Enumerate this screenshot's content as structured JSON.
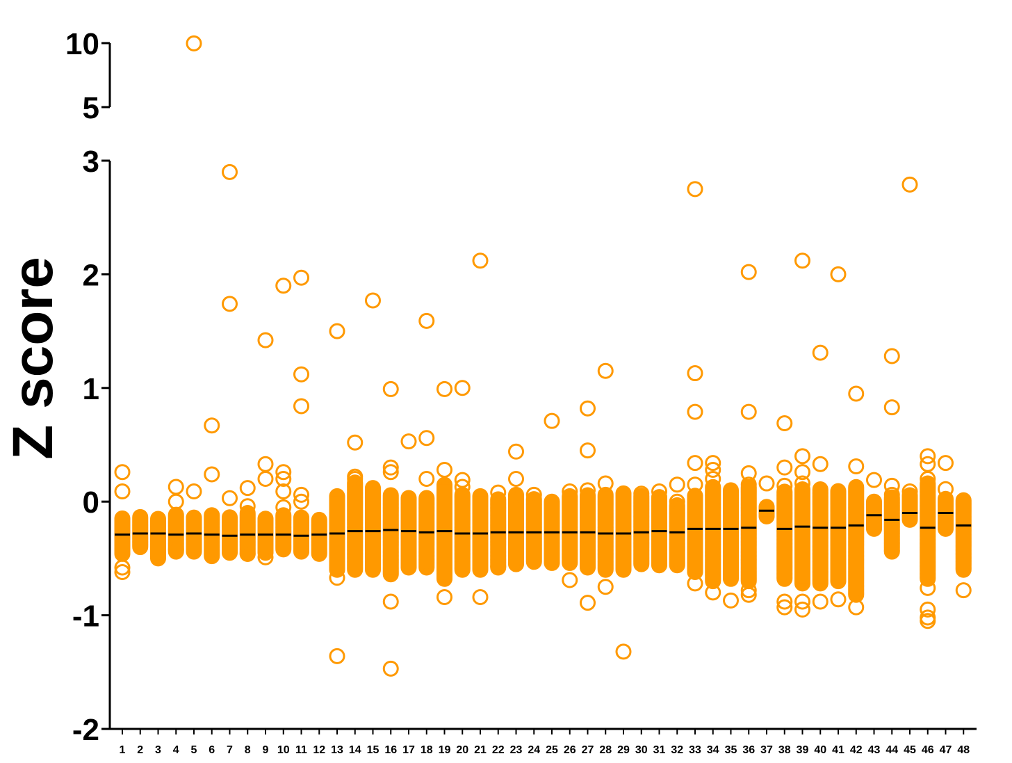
{
  "chart_data": {
    "type": "scatter",
    "title": "",
    "xlabel": "",
    "ylabel": "Z score",
    "ylim": [
      -2,
      10
    ],
    "axis_break": {
      "lower_range": [
        -2,
        3
      ],
      "upper_range": [
        5,
        10
      ]
    },
    "yticks_lower": [
      "-2",
      "-1",
      "0",
      "1",
      "2",
      "3"
    ],
    "yticks_upper": [
      "5",
      "10"
    ],
    "grid": false,
    "legend": "none",
    "marker": "open-circle",
    "colors": {
      "points": "#FF9900",
      "mean_line": "#000000",
      "axis": "#000000"
    },
    "categories": [
      "1",
      "2",
      "3",
      "4",
      "5",
      "6",
      "7",
      "8",
      "9",
      "10",
      "11",
      "12",
      "13",
      "14",
      "15",
      "16",
      "17",
      "18",
      "19",
      "20",
      "21",
      "22",
      "23",
      "24",
      "25",
      "26",
      "27",
      "28",
      "29",
      "30",
      "31",
      "32",
      "33",
      "34",
      "35",
      "36",
      "37",
      "38",
      "39",
      "40",
      "41",
      "42",
      "43",
      "44",
      "45",
      "46",
      "47",
      "48"
    ],
    "means": [
      -0.29,
      -0.28,
      -0.28,
      -0.29,
      -0.28,
      -0.29,
      -0.3,
      -0.29,
      -0.29,
      -0.29,
      -0.3,
      -0.29,
      -0.28,
      -0.26,
      -0.26,
      -0.25,
      -0.26,
      -0.27,
      -0.26,
      -0.28,
      -0.28,
      -0.27,
      -0.27,
      -0.27,
      -0.27,
      -0.27,
      -0.27,
      -0.28,
      -0.28,
      -0.27,
      -0.26,
      -0.27,
      -0.24,
      -0.24,
      -0.24,
      -0.23,
      -0.08,
      -0.24,
      -0.22,
      -0.23,
      -0.23,
      -0.21,
      -0.12,
      -0.16,
      -0.1,
      -0.23,
      -0.1,
      -0.21
    ],
    "ranges": [
      [
        -0.46,
        -0.14
      ],
      [
        -0.4,
        -0.13
      ],
      [
        -0.5,
        -0.15
      ],
      [
        -0.44,
        -0.11
      ],
      [
        -0.44,
        -0.13
      ],
      [
        -0.48,
        -0.12
      ],
      [
        -0.45,
        -0.13
      ],
      [
        -0.46,
        -0.1
      ],
      [
        -0.45,
        -0.14
      ],
      [
        -0.42,
        -0.12
      ],
      [
        -0.44,
        -0.14
      ],
      [
        -0.46,
        -0.16
      ],
      [
        -0.6,
        0.05
      ],
      [
        -0.6,
        0.17
      ],
      [
        -0.6,
        0.13
      ],
      [
        -0.64,
        0.06
      ],
      [
        -0.58,
        0.04
      ],
      [
        -0.58,
        0.04
      ],
      [
        -0.68,
        0.15
      ],
      [
        -0.6,
        0.06
      ],
      [
        -0.6,
        0.05
      ],
      [
        -0.58,
        0.03
      ],
      [
        -0.55,
        0.06
      ],
      [
        -0.53,
        0.03
      ],
      [
        -0.54,
        0.01
      ],
      [
        -0.54,
        0.05
      ],
      [
        -0.58,
        0.06
      ],
      [
        -0.6,
        0.06
      ],
      [
        -0.6,
        0.08
      ],
      [
        -0.55,
        0.06
      ],
      [
        -0.56,
        0.04
      ],
      [
        -0.56,
        -0.03
      ],
      [
        -0.62,
        0.06
      ],
      [
        -0.7,
        0.13
      ],
      [
        -0.68,
        0.09
      ],
      [
        -0.7,
        0.13
      ],
      [
        -0.13,
        -0.04
      ],
      [
        -0.68,
        0.09
      ],
      [
        -0.72,
        0.11
      ],
      [
        -0.72,
        0.11
      ],
      [
        -0.7,
        0.1
      ],
      [
        -0.82,
        0.13
      ],
      [
        -0.24,
        0.01
      ],
      [
        -0.43,
        0.04
      ],
      [
        -0.16,
        0.06
      ],
      [
        -0.68,
        0.16
      ],
      [
        -0.24,
        0.03
      ],
      [
        -0.6,
        0.02
      ]
    ],
    "outliers": [
      [
        0.26,
        0.09,
        -0.58,
        -0.62
      ],
      [],
      [],
      [
        0.13,
        0.0,
        -0.42
      ],
      [
        9.98,
        0.09
      ],
      [
        0.67,
        0.24
      ],
      [
        2.9,
        1.74,
        0.03
      ],
      [
        0.12,
        -0.04,
        -0.46
      ],
      [
        1.42,
        0.33,
        0.2,
        -0.49
      ],
      [
        1.9,
        0.26,
        0.2,
        0.09,
        -0.05
      ],
      [
        1.97,
        1.12,
        0.84,
        0.06,
        0.0
      ],
      [],
      [
        1.5,
        -0.67,
        -1.36
      ],
      [
        0.52,
        0.22,
        0.2
      ],
      [
        1.77
      ],
      [
        0.99,
        0.3,
        0.26,
        -0.88,
        -1.47
      ],
      [
        0.53
      ],
      [
        1.59,
        0.56,
        0.2
      ],
      [
        0.99,
        0.28,
        -0.84
      ],
      [
        1.0,
        0.19,
        0.13
      ],
      [
        2.12,
        -0.84
      ],
      [
        0.08,
        -0.57
      ],
      [
        0.44,
        0.2,
        0.06
      ],
      [
        0.06
      ],
      [
        0.71
      ],
      [
        0.09,
        -0.69
      ],
      [
        0.82,
        0.45,
        0.1,
        -0.89
      ],
      [
        1.15,
        0.16,
        -0.75
      ],
      [
        -1.32
      ],
      [
        0.07
      ],
      [
        0.09
      ],
      [
        0.15,
        0.0
      ],
      [
        2.75,
        1.13,
        0.79,
        0.34,
        0.15,
        -0.72
      ],
      [
        0.34,
        0.28,
        0.2,
        -0.8
      ],
      [
        0.1,
        -0.87
      ],
      [
        2.02,
        0.79,
        0.25,
        0.15,
        -0.78,
        -0.82
      ],
      [
        0.16
      ],
      [
        0.69,
        0.3,
        0.14,
        -0.88,
        -0.93
      ],
      [
        2.12,
        0.4,
        0.26,
        0.16,
        -0.88,
        -0.95
      ],
      [
        1.31,
        0.33,
        -0.88
      ],
      [
        2.0,
        -0.86
      ],
      [
        0.95,
        0.31,
        -0.93
      ],
      [
        0.19
      ],
      [
        1.28,
        0.83,
        0.14,
        0.06,
        -0.44
      ],
      [
        2.79,
        0.09
      ],
      [
        0.4,
        0.33,
        0.2,
        -0.76,
        -0.95,
        -1.02,
        -1.05
      ],
      [
        0.34,
        0.11
      ],
      [
        -0.78
      ]
    ]
  }
}
